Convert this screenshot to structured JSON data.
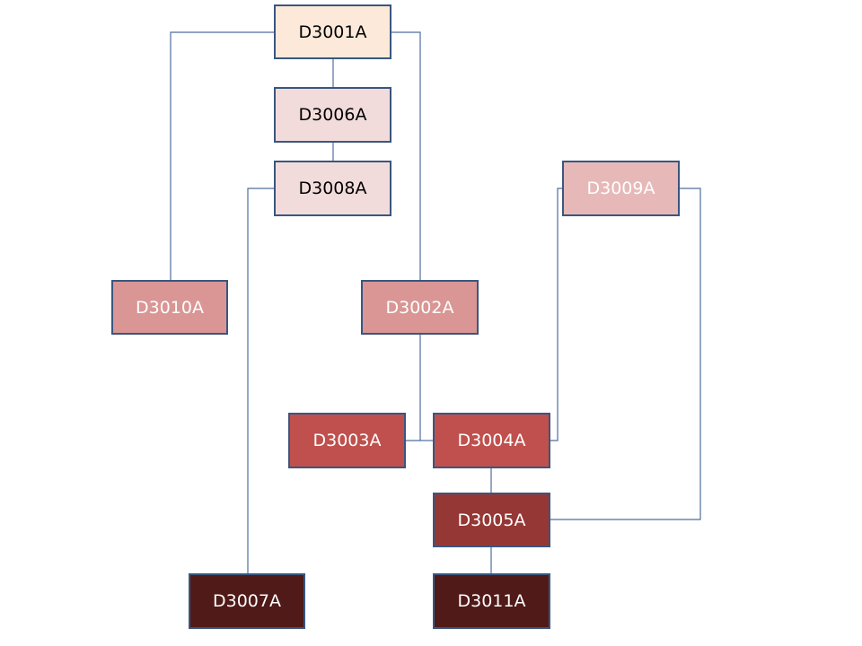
{
  "nodes": [
    {
      "id": "D3001A",
      "label": "D3001A",
      "fill": "#FDE9D9",
      "text_color": "#000000"
    },
    {
      "id": "D3006A",
      "label": "D3006A",
      "fill": "#F2DCDB",
      "text_color": "#000000"
    },
    {
      "id": "D3008A",
      "label": "D3008A",
      "fill": "#F2DCDB",
      "text_color": "#000000"
    },
    {
      "id": "D3009A",
      "label": "D3009A",
      "fill": "#E6B9B8",
      "text_color": "#FFFFFF"
    },
    {
      "id": "D3010A",
      "label": "D3010A",
      "fill": "#D99694",
      "text_color": "#FFFFFF"
    },
    {
      "id": "D3002A",
      "label": "D3002A",
      "fill": "#D99694",
      "text_color": "#FFFFFF"
    },
    {
      "id": "D3003A",
      "label": "D3003A",
      "fill": "#C0504D",
      "text_color": "#FFFFFF"
    },
    {
      "id": "D3004A",
      "label": "D3004A",
      "fill": "#C0504D",
      "text_color": "#FFFFFF"
    },
    {
      "id": "D3005A",
      "label": "D3005A",
      "fill": "#953735",
      "text_color": "#FFFFFF"
    },
    {
      "id": "D3007A",
      "label": "D3007A",
      "fill": "#4F1A17",
      "text_color": "#FFFFFF"
    },
    {
      "id": "D3011A",
      "label": "D3011A",
      "fill": "#4F1A17",
      "text_color": "#FFFFFF"
    }
  ],
  "edges": [
    {
      "from": "D3001A",
      "to": "D3006A"
    },
    {
      "from": "D3006A",
      "to": "D3008A"
    },
    {
      "from": "D3001A",
      "to": "D3010A"
    },
    {
      "from": "D3001A",
      "to": "D3002A"
    },
    {
      "from": "D3008A",
      "to": "D3007A"
    },
    {
      "from": "D3002A",
      "to": "D3003A"
    },
    {
      "from": "D3002A",
      "to": "D3004A"
    },
    {
      "from": "D3009A",
      "to": "D3004A"
    },
    {
      "from": "D3004A",
      "to": "D3005A"
    },
    {
      "from": "D3009A",
      "to": "D3005A"
    },
    {
      "from": "D3005A",
      "to": "D3011A"
    }
  ],
  "connector_color": "#4F6E9E",
  "node_border_color": "#3A5680"
}
